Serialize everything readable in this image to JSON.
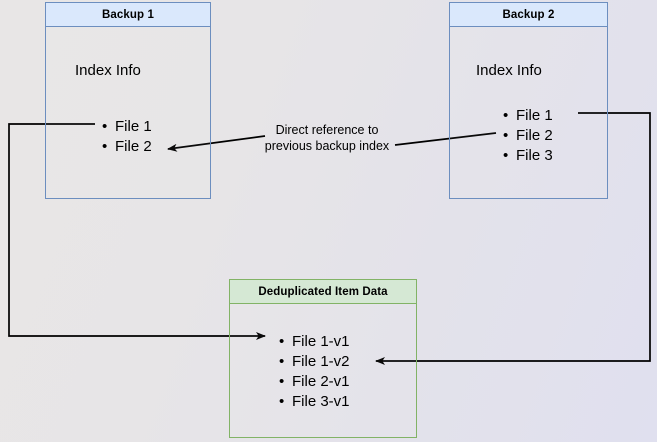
{
  "diagram": {
    "background_start": "#e8e6e6",
    "background_end": "#e0e0ef",
    "blue_border": "#6c8ebf",
    "blue_fill": "#dae8fc",
    "green_border": "#82b366",
    "green_fill": "#d5e8d4",
    "edge_color": "#000000"
  },
  "boxes": {
    "backup1": {
      "title": "Backup 1",
      "section_label": "Index Info",
      "files": [
        "File 1",
        "File 2"
      ]
    },
    "backup2": {
      "title": "Backup 2",
      "section_label": "Index Info",
      "files": [
        "File 1",
        "File 2",
        "File 3"
      ]
    },
    "dedup": {
      "title": "Deduplicated Item Data",
      "files": [
        "File 1-v1",
        "File 1-v2",
        "File 2-v1",
        "File 3-v1"
      ]
    }
  },
  "edges": {
    "direct_reference_label": "Direct reference to\nprevious backup index"
  }
}
